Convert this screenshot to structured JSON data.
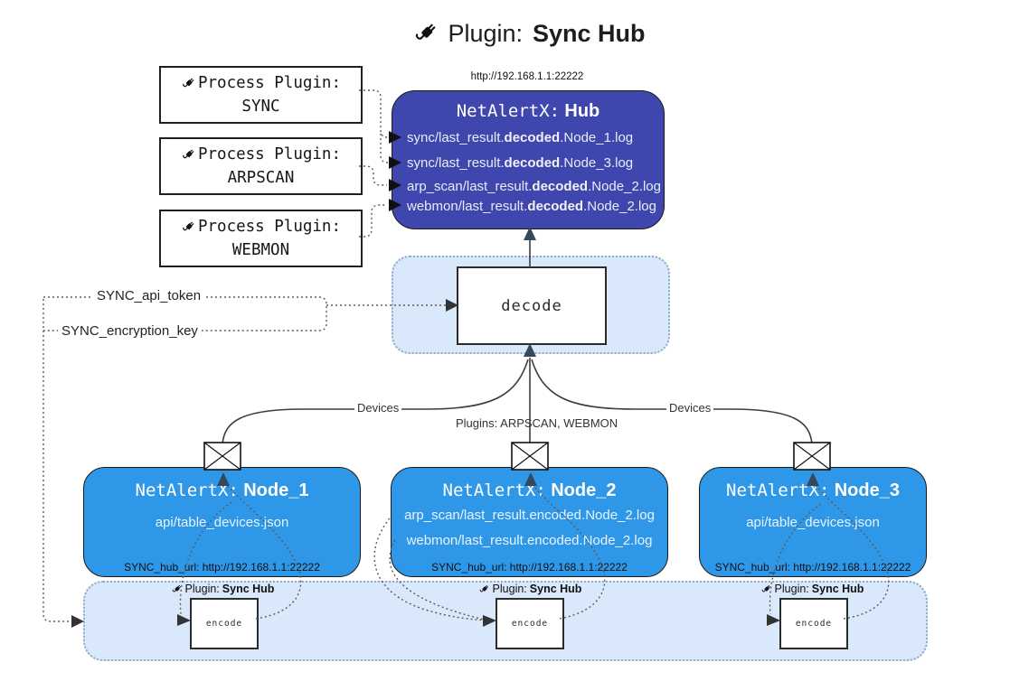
{
  "title": {
    "prefix": "Plugin:",
    "name": "Sync Hub"
  },
  "hub": {
    "url": "http://192.168.1.1:22222",
    "name_code": "NetAlertX:",
    "name_bold": "Hub",
    "rows": [
      {
        "pre": "sync/last_result.",
        "bold": "decoded",
        "post": ".Node_1.log"
      },
      {
        "pre": "sync/last_result.",
        "bold": "decoded",
        "post": ".Node_3.log"
      },
      {
        "pre": "arp_scan/last_result.",
        "bold": "decoded",
        "post": ".Node_2.log"
      },
      {
        "pre": "webmon/last_result.",
        "bold": "decoded",
        "post": ".Node_2.log"
      }
    ]
  },
  "process_plugins": [
    {
      "label": "Process Plugin:",
      "name": "SYNC"
    },
    {
      "label": "Process Plugin:",
      "name": "ARPSCAN"
    },
    {
      "label": "Process Plugin:",
      "name": "WEBMON"
    }
  ],
  "decode_label": "decode",
  "keys": {
    "api_token": "SYNC_api_token",
    "encryption_key": "SYNC_encryption_key"
  },
  "edge_labels": {
    "devices_left": "Devices",
    "devices_right": "Devices",
    "plugins_mid": "Plugins: ARPSCAN, WEBMON"
  },
  "nodes": [
    {
      "name_code": "NetAlertX:",
      "name_bold": "Node_1",
      "row1": "api/table_devices.json",
      "hub_url": "SYNC_hub_url: http://192.168.1.1:22222"
    },
    {
      "name_code": "NetAlertX:",
      "name_bold": "Node_2",
      "row1": "arp_scan/last_result.encoded.Node_2.log",
      "row2": "webmon/last_result.encoded.Node_2.log",
      "hub_url": "SYNC_hub_url: http://192.168.1.1:22222"
    },
    {
      "name_code": "NetAlertX:",
      "name_bold": "Node_3",
      "row1": "api/table_devices.json",
      "hub_url": "SYNC_hub_url: http://192.168.1.1:22222"
    }
  ],
  "encode_units": [
    {
      "plugin_label": "Plugin:",
      "plugin_name": "Sync Hub",
      "box_label": "encode"
    },
    {
      "plugin_label": "Plugin:",
      "plugin_name": "Sync Hub",
      "box_label": "encode"
    },
    {
      "plugin_label": "Plugin:",
      "plugin_name": "Sync Hub",
      "box_label": "encode"
    }
  ],
  "icons": {
    "plug": "plug-icon",
    "envelope": "envelope-icon"
  },
  "colors": {
    "hub-fill": "#3f46ad",
    "node-fill": "#2f97e8",
    "panel-fill": "#d9e8fa",
    "panel-border": "#8fa9c7",
    "box-border": "#1a1a1a",
    "line": "#3d3d3d",
    "dotted": "#5a5a5a",
    "arrow-flow": "#36485a",
    "arrow-small": "#333333",
    "text-dark": "#1a1a1a",
    "text-light": "#e9edf5"
  }
}
